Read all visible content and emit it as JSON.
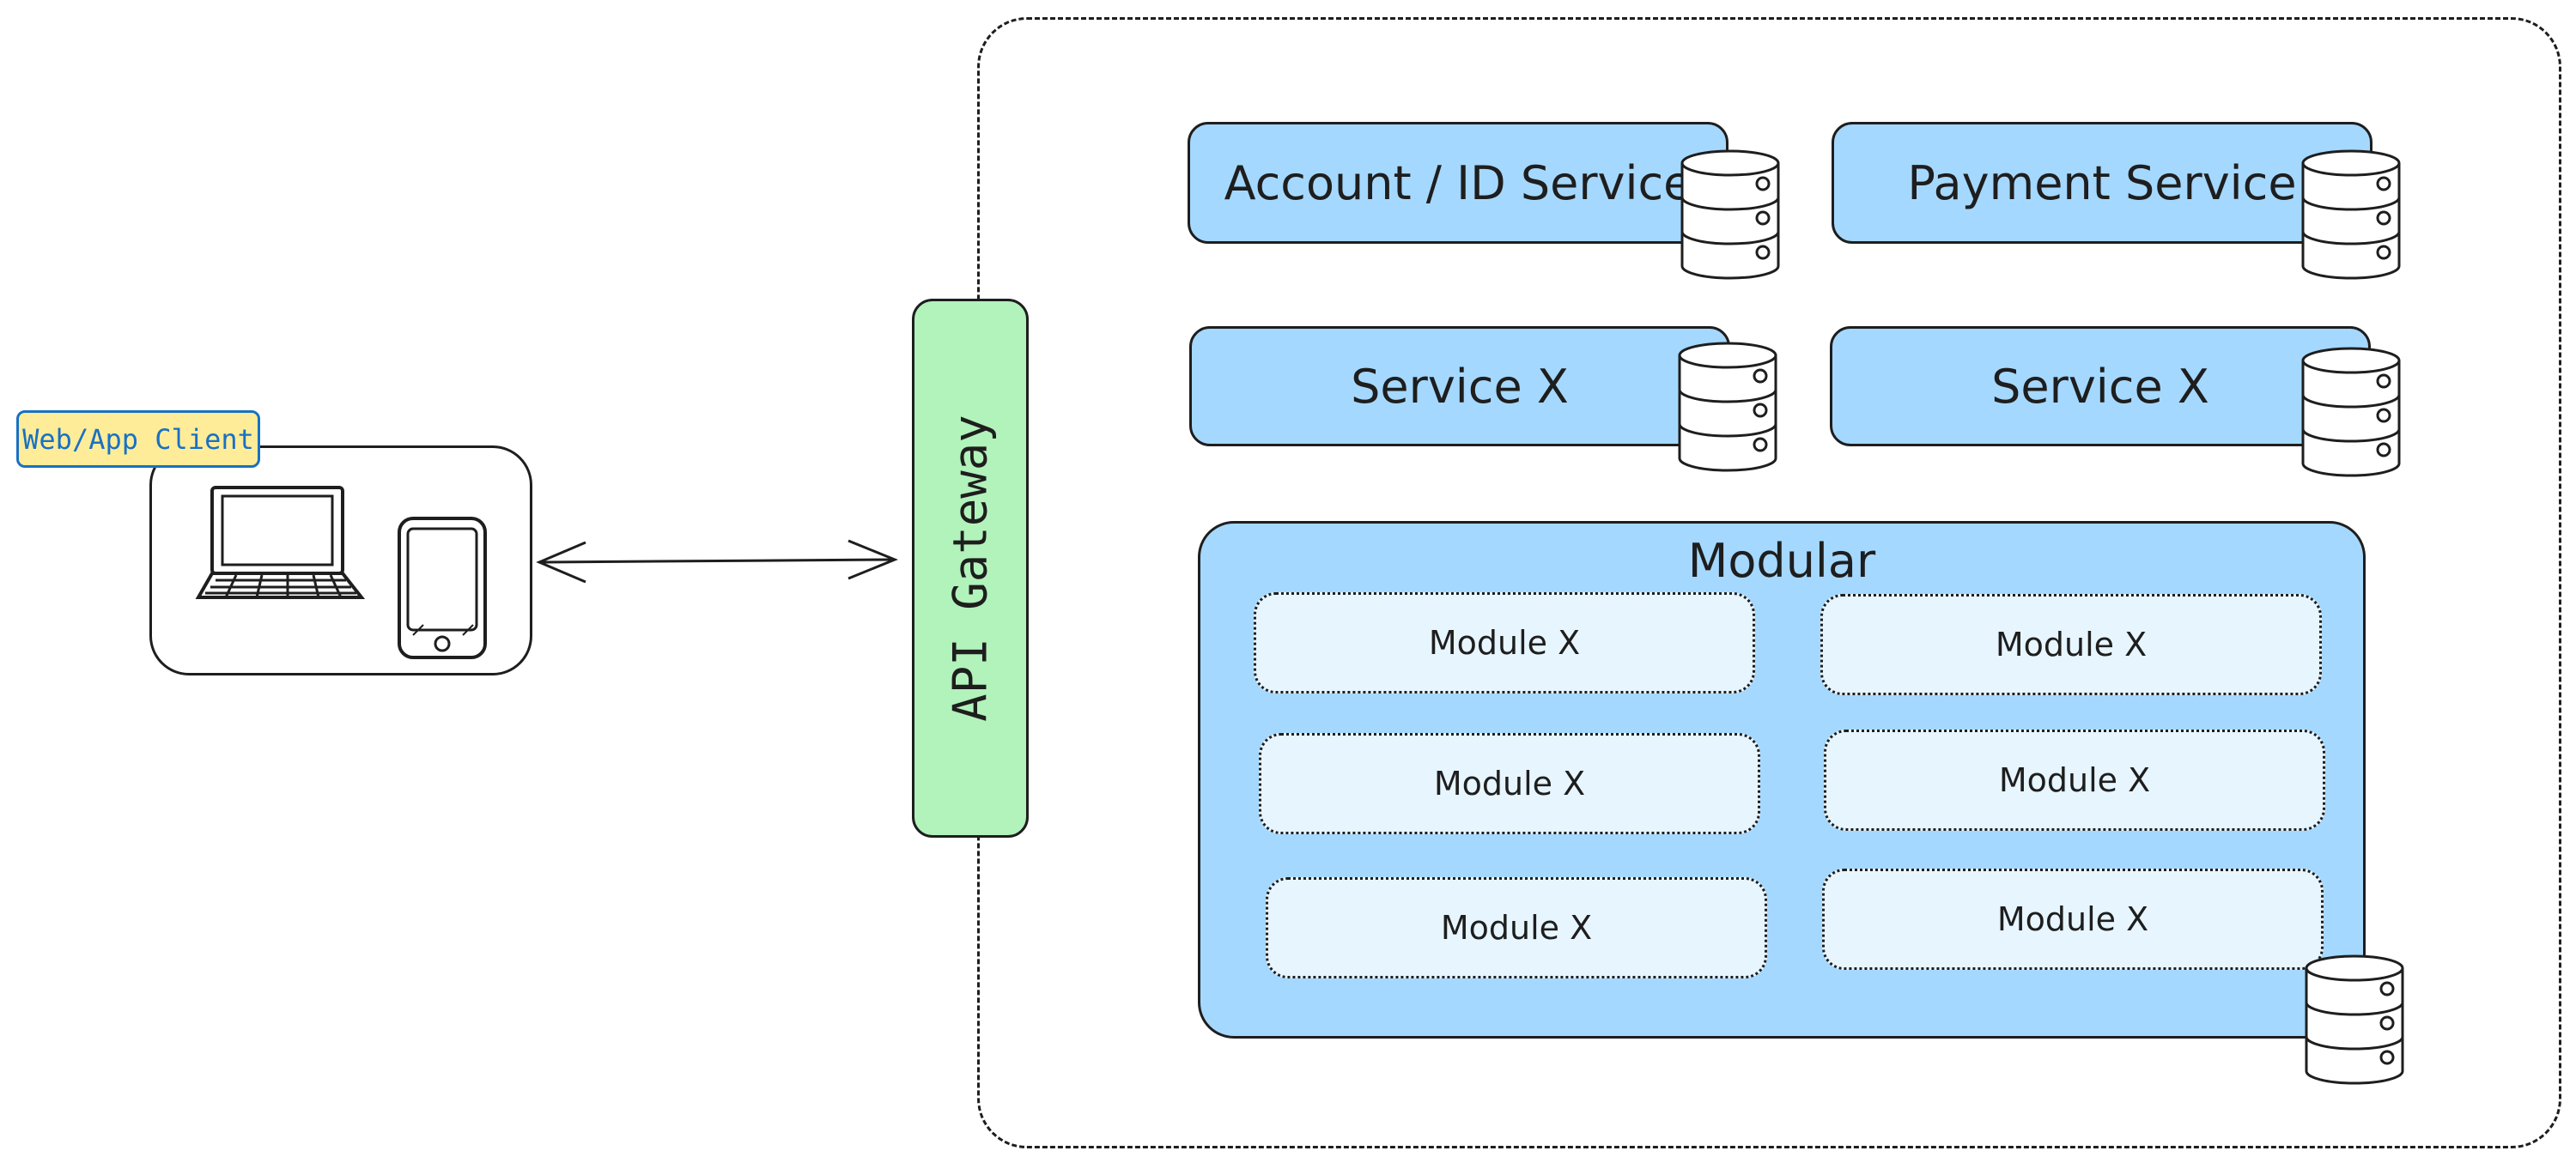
{
  "client": {
    "label": "Web/App Client"
  },
  "gateway": {
    "label": "API Gateway"
  },
  "services": {
    "account": "Account / ID Service",
    "payment": "Payment Service",
    "x1": "Service X",
    "x2": "Service X"
  },
  "modular": {
    "title": "Modular",
    "modules": [
      "Module X",
      "Module X",
      "Module X",
      "Module X",
      "Module X",
      "Module X"
    ]
  },
  "colors": {
    "service_fill": "#a5d8ff",
    "module_fill": "#e7f5ff",
    "gateway_fill": "#b2f2bb",
    "client_label_fill": "#ffec99",
    "client_label_text": "#1971c2",
    "stroke": "#1e1e1e"
  },
  "icons": [
    "laptop-icon",
    "phone-icon",
    "database-icon",
    "bidirectional-arrow"
  ]
}
